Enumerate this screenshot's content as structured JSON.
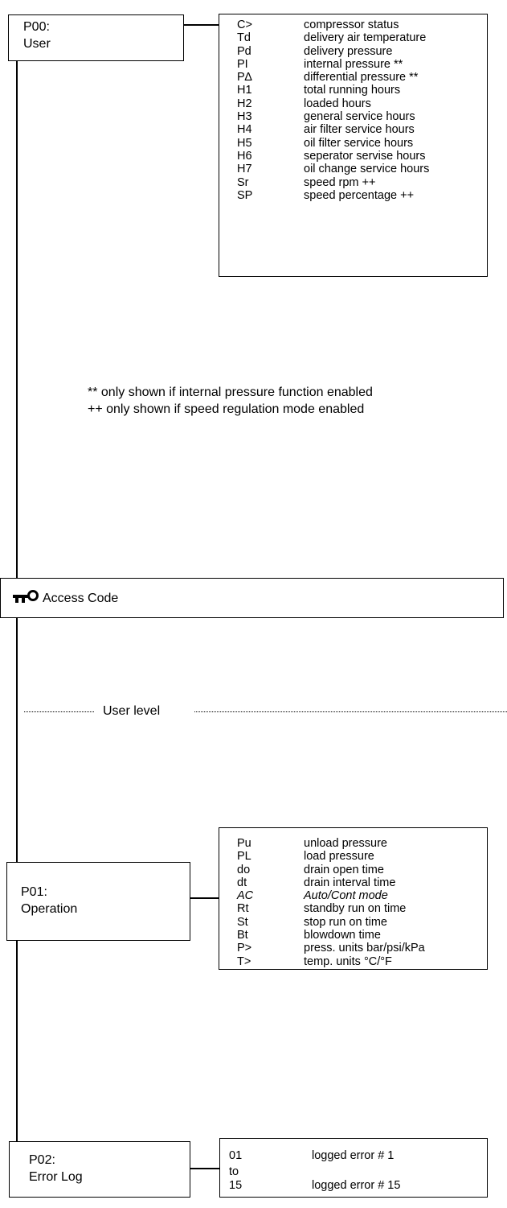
{
  "p00": {
    "title_line1": "P00:",
    "title_line2": "User",
    "params": [
      {
        "code": "C>",
        "desc": "compressor status"
      },
      {
        "code": "Td",
        "desc": "delivery air temperature"
      },
      {
        "code": "Pd",
        "desc": "delivery pressure"
      },
      {
        "code": "PI",
        "desc": "internal pressure **"
      },
      {
        "code": "P∆",
        "desc": "differential pressure **"
      },
      {
        "code": "H1",
        "desc": "total running hours"
      },
      {
        "code": "H2",
        "desc": "loaded hours"
      },
      {
        "code": "H3",
        "desc": "general service hours"
      },
      {
        "code": "H4",
        "desc": "air filter service hours"
      },
      {
        "code": "H5",
        "desc": "oil filter service hours"
      },
      {
        "code": "H6",
        "desc": "seperator servise hours"
      },
      {
        "code": "H7",
        "desc": "oil change service hours"
      },
      {
        "code": "Sr",
        "desc": "speed rpm ++"
      },
      {
        "code": "SP",
        "desc": "speed percentage ++"
      }
    ]
  },
  "notes": {
    "line1": "** only shown if internal pressure function enabled",
    "line2": "++ only shown if speed regulation mode enabled"
  },
  "access": {
    "label": "Access Code",
    "icon": "key-icon"
  },
  "level": {
    "label": "User level"
  },
  "p01": {
    "title_line1": "P01:",
    "title_line2": "Operation",
    "params": [
      {
        "code": "Pu",
        "desc": "unload pressure"
      },
      {
        "code": "PL",
        "desc": "load pressure"
      },
      {
        "code": "do",
        "desc": "drain open time"
      },
      {
        "code": "dt",
        "desc": "drain interval time"
      },
      {
        "code": "AC",
        "desc": "Auto/Cont mode",
        "italic": true
      },
      {
        "code": "Rt",
        "desc": "standby run on time"
      },
      {
        "code": "St",
        "desc": "stop run on time"
      },
      {
        "code": "Bt",
        "desc": "blowdown time"
      },
      {
        "code": "P>",
        "desc": "press. units bar/psi/kPa"
      },
      {
        "code": "T>",
        "desc": "temp. units °C/°F"
      }
    ]
  },
  "p02": {
    "title_line1": "P02:",
    "title_line2": "Error Log",
    "params": [
      {
        "code": "01",
        "desc": "logged error # 1"
      },
      {
        "code": "to",
        "desc": ""
      },
      {
        "code": "15",
        "desc": "logged error # 15"
      }
    ]
  }
}
